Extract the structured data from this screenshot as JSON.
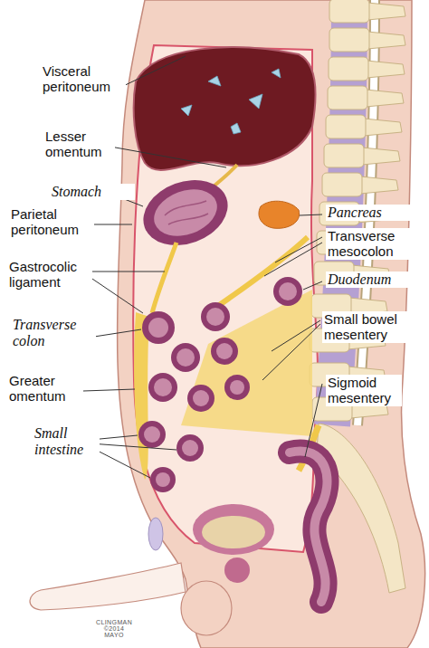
{
  "diagram": {
    "labels": [
      "Visceral peritoneum",
      "Lesser omentum",
      "Stomach",
      "Parietal peritoneum",
      "Gastrocolic ligament",
      "Transverse colon",
      "Greater omentum",
      "Small intestine",
      "Pancreas",
      "Transverse mesocolon",
      "Duodenum",
      "Small bowel mesentery",
      "Sigmoid mesentery",
      "CLINGMAN ©2014 MAYO"
    ]
  }
}
